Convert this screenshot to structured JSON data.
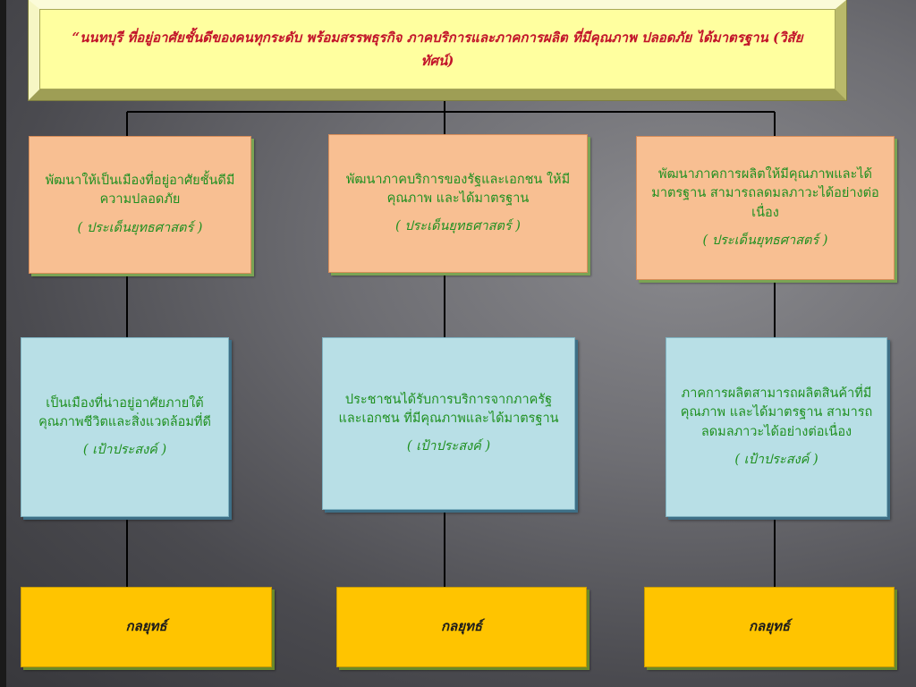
{
  "vision": {
    "text": "“นนทบุรี ที่อยู่อาศัยชั้นดีของคนทุกระดับ พร้อมสรรพธุรกิจ ภาคบริการและภาคการผลิต ที่มีคุณภาพ ปลอดภัย ได้มาตรฐาน (วิสัยทัศน์)"
  },
  "strategies": [
    {
      "text": "พัฒนาให้เป็นเมืองที่อยู่อาศัยชั้นดีมีความปลอดภัย",
      "tag": "( ประเด็นยุทธศาสตร์ )"
    },
    {
      "text": "พัฒนาภาคบริการของรัฐและเอกชน ให้มีคุณภาพ และได้มาตรฐาน",
      "tag": "( ประเด็นยุทธศาสตร์ )"
    },
    {
      "text": "พัฒนาภาคการผลิตให้มีคุณภาพและได้มาตรฐาน สามารถลดมลภาวะได้อย่างต่อเนื่อง",
      "tag": "( ประเด็นยุทธศาสตร์ )"
    }
  ],
  "objectives": [
    {
      "text": "เป็นเมืองที่น่าอยู่อาศัยภายใต้คุณภาพชีวิตและสิ่งแวดล้อมที่ดี",
      "tag": "( เป้าประสงค์ )"
    },
    {
      "text": "ประชาชนได้รับการบริการจากภาครัฐ และเอกชน ที่มีคุณภาพและได้มาตรฐาน",
      "tag": "( เป้าประสงค์ )"
    },
    {
      "text": "ภาคการผลิตสามารถผลิตสินค้าที่มีคุณภาพ และได้มาตรฐาน สามารถลดมลภาวะได้อย่างต่อเนื่อง",
      "tag": "( เป้าประสงค์ )"
    }
  ],
  "tactics": [
    {
      "text": "กลยุทธ์"
    },
    {
      "text": "กลยุทธ์"
    },
    {
      "text": "กลยุทธ์"
    }
  ],
  "colors": {
    "vision_fill": "#ffff9f",
    "vision_text": "#c2142a",
    "strategy_fill": "#f8bf92",
    "objective_fill": "#b8dfe6",
    "tactic_fill": "#ffc400",
    "body_text": "#1f9020"
  }
}
